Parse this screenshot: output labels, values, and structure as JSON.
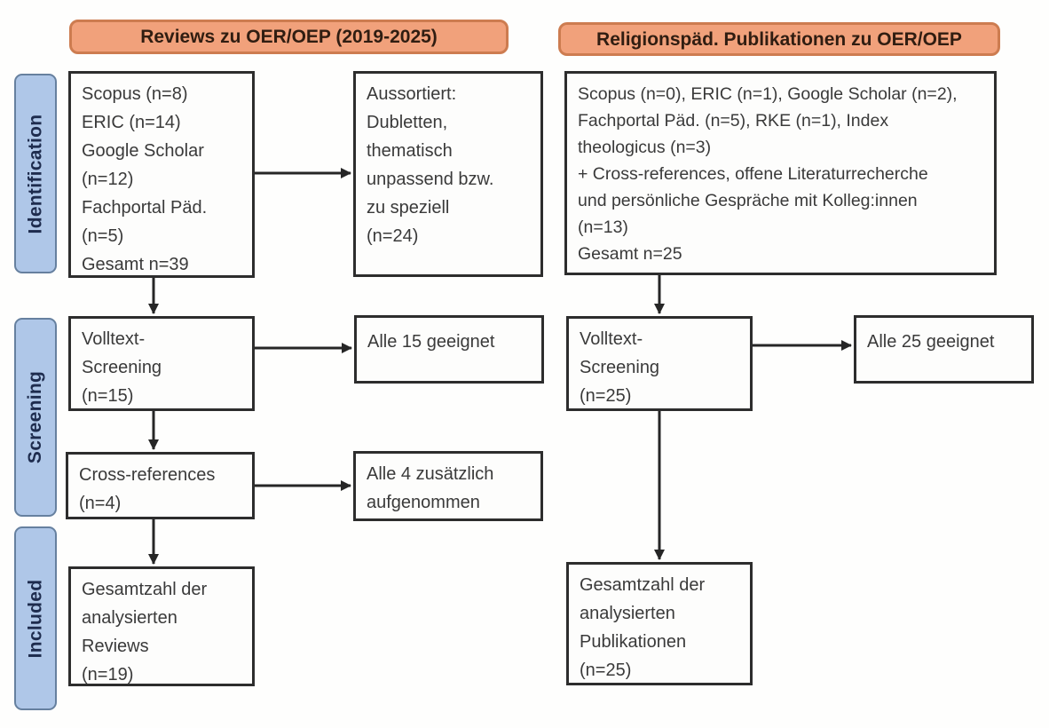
{
  "headers": {
    "left": "Reviews zu OER/OEP (2019-2025)",
    "right": "Religionspäd. Publikationen zu OER/OEP"
  },
  "stages": [
    {
      "label": "Identification"
    },
    {
      "label": "Screening"
    },
    {
      "label": "Included"
    }
  ],
  "boxes": {
    "left_identification": "Scopus (n=8)\nERIC (n=14)\nGoogle Scholar\n(n=12)\nFachportal Päd.\n(n=5)\nGesamt n=39",
    "left_aussortiert": "Aussortiert:\nDubletten,\nthematisch\nunpassend bzw.\nzu speziell\n(n=24)",
    "left_volltext": "Volltext-\nScreening\n(n=15)",
    "left_alle15": "Alle 15 geeignet",
    "left_crossref": "Cross-references\n(n=4)",
    "left_alle4": "Alle 4 zusätzlich\naufgenommen",
    "left_gesamt": "Gesamtzahl der\nanalysierten\nReviews\n(n=19)",
    "right_identification": "Scopus (n=0), ERIC (n=1), Google Scholar (n=2),\nFachportal Päd. (n=5), RKE (n=1), Index\ntheologicus (n=3)\n+ Cross-references, offene Literaturrecherche\nund persönliche Gespräche mit Kolleg:innen\n(n=13)\nGesamt n=25",
    "right_volltext": "Volltext-\nScreening\n(n=25)",
    "right_alle25": "Alle 25 geeignet",
    "right_gesamt": "Gesamtzahl der\nanalysierten\nPublikationen\n(n=25)"
  },
  "colors": {
    "header_fill": "#f1a17b",
    "header_border": "#cd7c50",
    "stage_fill": "#afc7e8",
    "stage_border": "#66809f",
    "box_border": "#2d2d2d",
    "arrow": "#262626"
  }
}
